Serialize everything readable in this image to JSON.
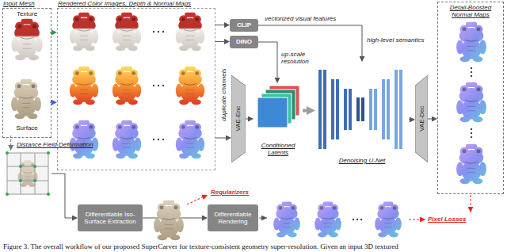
{
  "diagram": {
    "caption": "Figure 3. The overall workflow of our proposed SuperCarver for texture-consistent geometry super-resolution. Given an input 3D textured",
    "nodes": [
      {
        "text": [
          "Input Mesh"
        ]
      },
      {
        "text": [
          "Texture"
        ],
        "in": 0
      },
      {
        "text": [
          "Surface"
        ],
        "in": 0
      },
      {
        "text": [
          "Rendered Color Images, Depth & Normal Maps"
        ]
      },
      {
        "text": [
          "CLIP"
        ]
      },
      {
        "text": [
          "DINO"
        ]
      },
      {
        "text": [
          "VAE-Enc"
        ]
      },
      {
        "text": [
          "Conditioned Latents"
        ]
      },
      {
        "text": [
          "Denoising U-Net"
        ]
      },
      {
        "text": [
          "VAE-Dec"
        ]
      },
      {
        "text": [
          "Detail-Boosted Normal Maps"
        ]
      },
      {
        "text": [
          "Distance Field Deformation"
        ]
      },
      {
        "text": [
          "Differentiable Iso-Surface Extraction"
        ]
      },
      {
        "text": [
          "Differentiable Rendering"
        ]
      }
    ],
    "edges": [
      {
        "from": 1,
        "to": 3,
        "arrow": "to"
      },
      {
        "from": 2,
        "to": 3,
        "arrow": "to"
      },
      {
        "from": 3,
        "to": 4,
        "arrow": "to"
      },
      {
        "from": 3,
        "to": 5,
        "arrow": "to"
      },
      {
        "from": 3,
        "to": 6,
        "arrow": "to"
      },
      {
        "from": 6,
        "to": 7,
        "arrow": "to"
      },
      {
        "from": 5,
        "to": 7,
        "label": "up-scale resolution",
        "arrow": "to"
      },
      {
        "from": 4,
        "to": 8,
        "label": "high-level semantics",
        "arrow": "to"
      },
      {
        "from": 7,
        "to": 8,
        "arrow": "to"
      },
      {
        "from": 8,
        "to": 9,
        "arrow": "to"
      },
      {
        "from": 9,
        "to": 10,
        "arrow": "to"
      },
      {
        "from": 2,
        "to": 11,
        "arrow": "to"
      },
      {
        "from": 11,
        "to": 12,
        "arrow": "to"
      },
      {
        "from": 12,
        "to": 13,
        "arrow": "to"
      }
    ],
    "labels": [
      "vectorized visual features",
      "duplicate channels",
      "Regularizers",
      "Pixel Losses"
    ]
  }
}
